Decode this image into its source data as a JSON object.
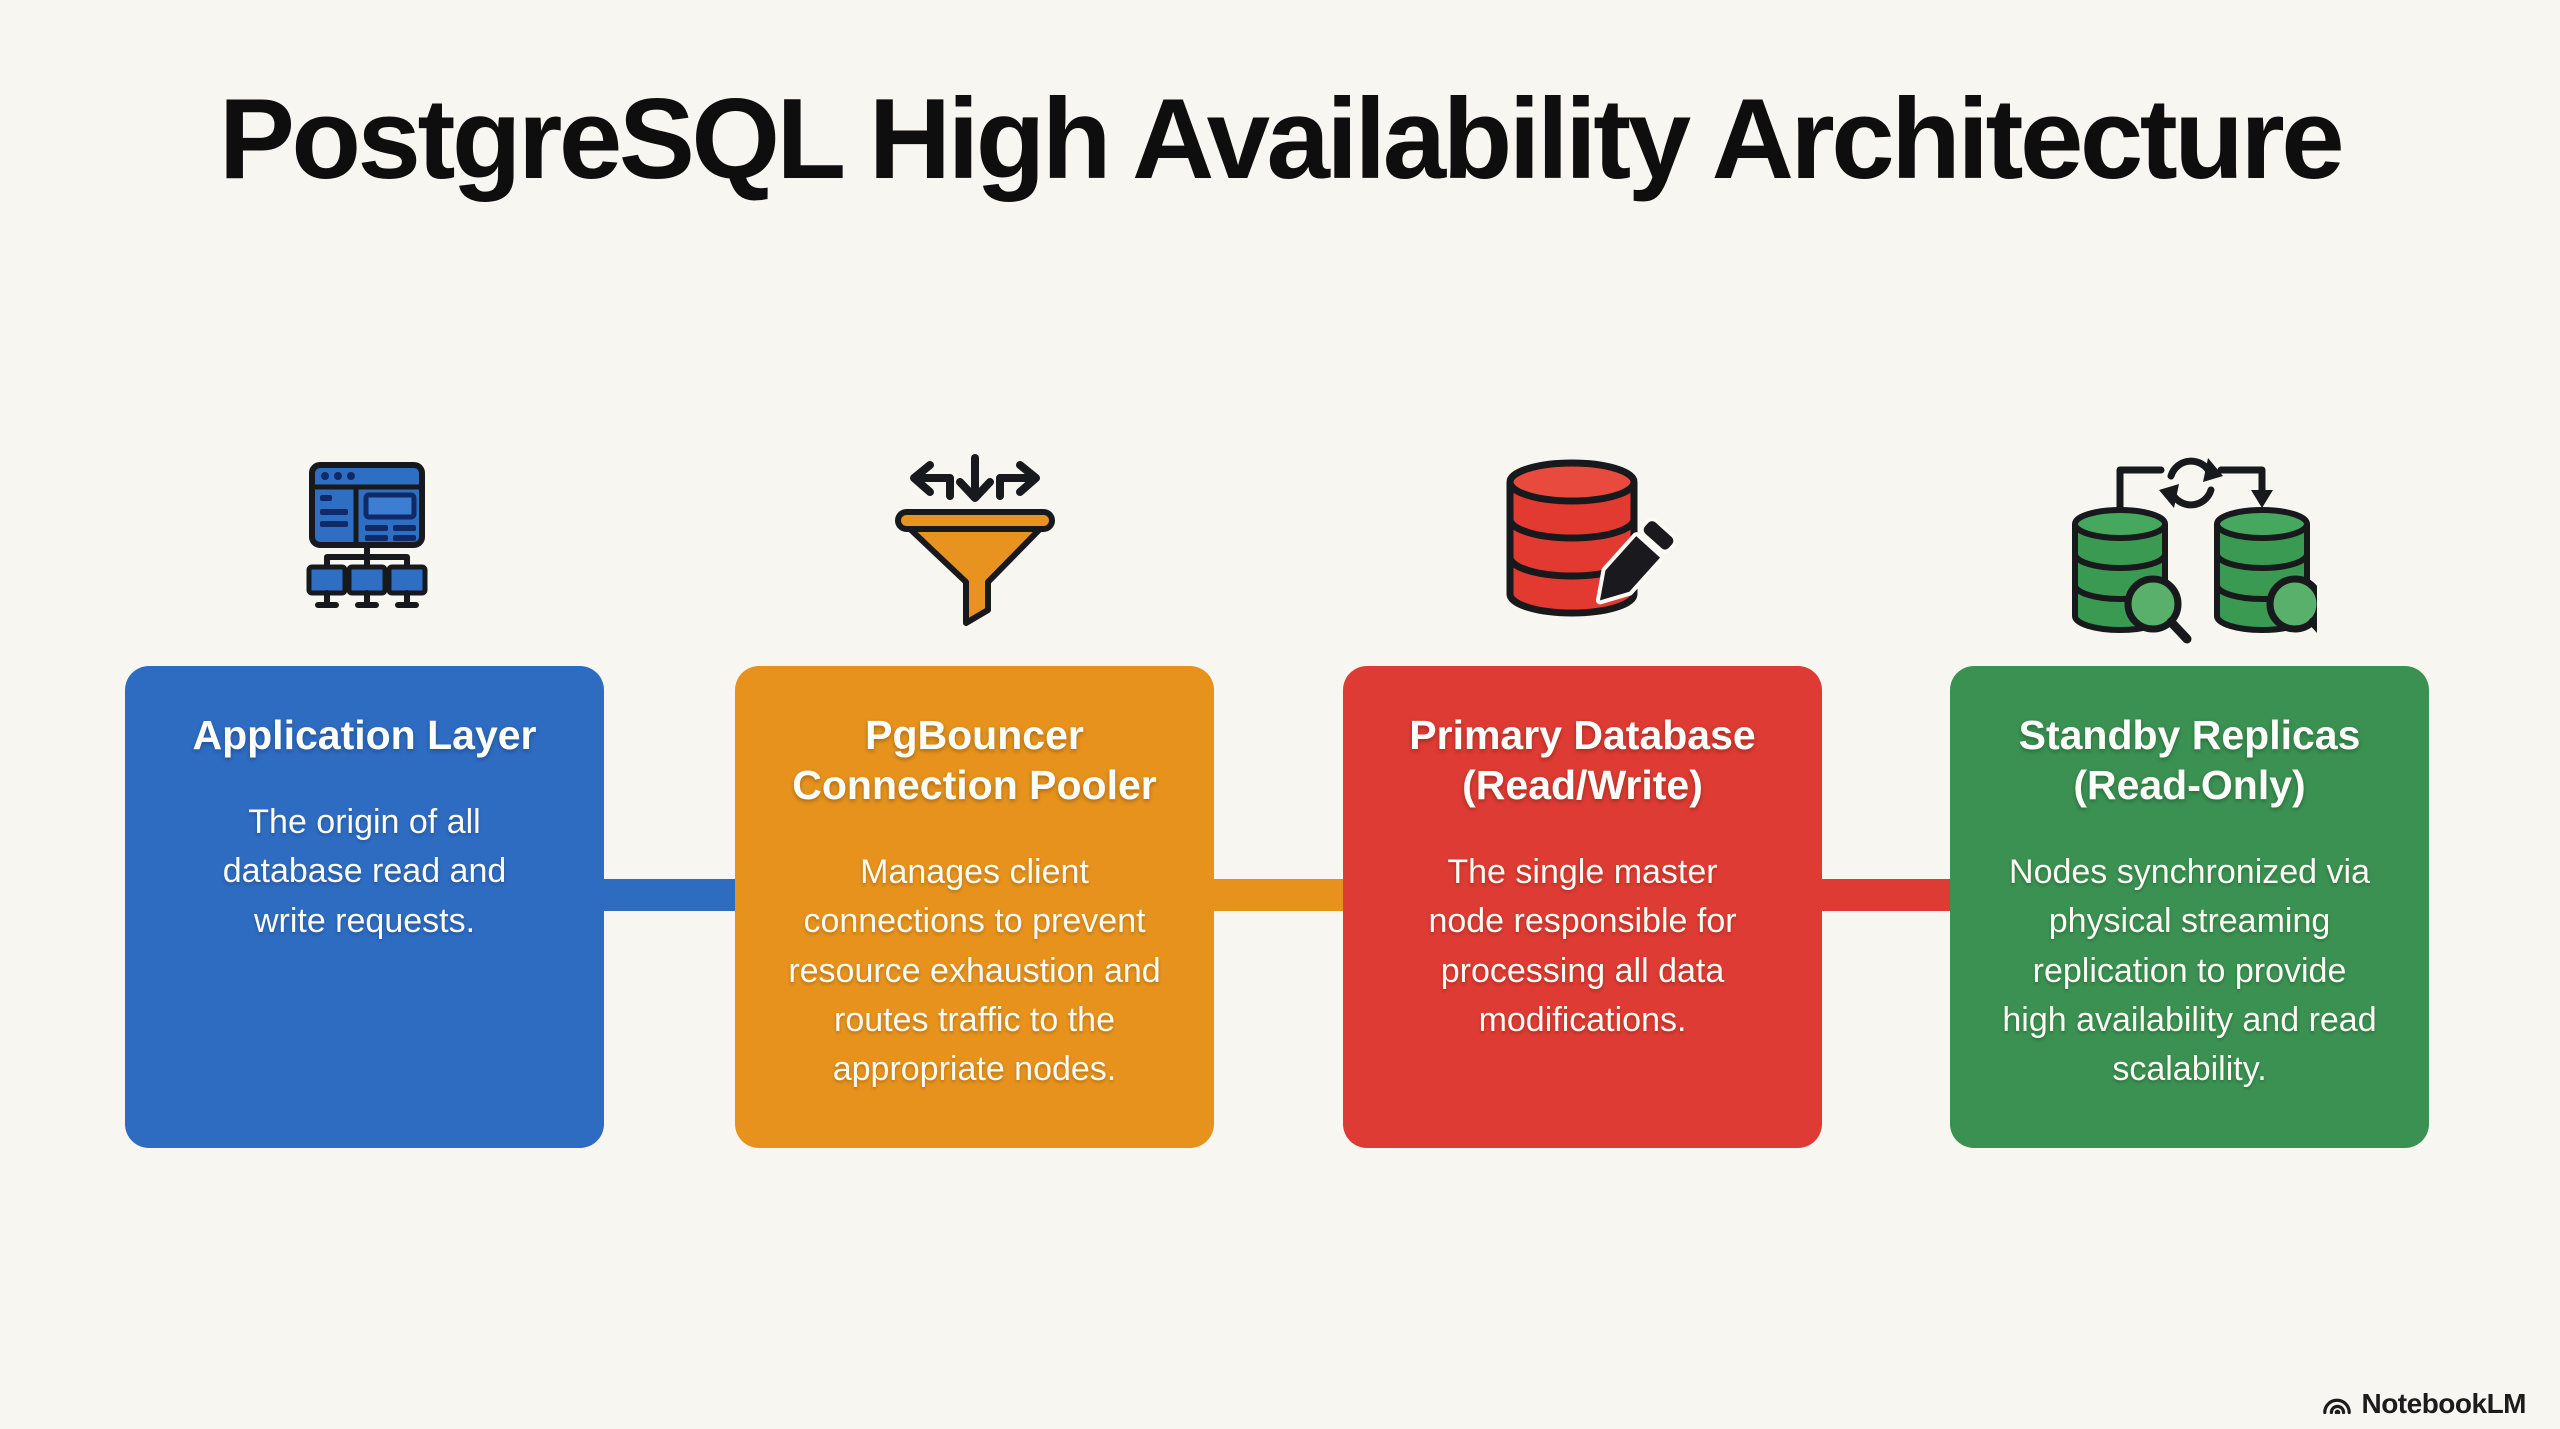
{
  "title": "PostgreSQL High Availability Architecture",
  "nodes": [
    {
      "id": "application-layer",
      "title": "Application Layer",
      "description": "The origin of all database read and write requests.",
      "color": "#2e6cc2",
      "icon": "app-network-icon"
    },
    {
      "id": "pgbouncer-connection-pooler",
      "title": "PgBouncer Connection Pooler",
      "description": "Manages client connections to prevent resource exhaustion and routes traffic to the appropriate nodes.",
      "color": "#e6921d",
      "icon": "funnel-routing-icon"
    },
    {
      "id": "primary-database",
      "title": "Primary Database (Read/Write)",
      "description": "The single master node responsible for processing all data modifications.",
      "color": "#dd3b33",
      "icon": "database-write-icon"
    },
    {
      "id": "standby-replicas",
      "title": "Standby Replicas (Read-Only)",
      "description": "Nodes synchronized via physical streaming replication to provide high availability and read scalability.",
      "color": "#3a9152",
      "icon": "database-replicas-sync-icon"
    }
  ],
  "connectors": [
    {
      "from": "application-layer",
      "to": "pgbouncer-connection-pooler",
      "color": "#2e6cc2"
    },
    {
      "from": "pgbouncer-connection-pooler",
      "to": "primary-database",
      "color": "#e6921d"
    },
    {
      "from": "primary-database",
      "to": "standby-replicas",
      "color": "#dd3b33"
    }
  ],
  "footer": {
    "logo_text": "NotebookLM"
  },
  "background_color": "#f8f6f1",
  "title_color": "#0e0e0e"
}
